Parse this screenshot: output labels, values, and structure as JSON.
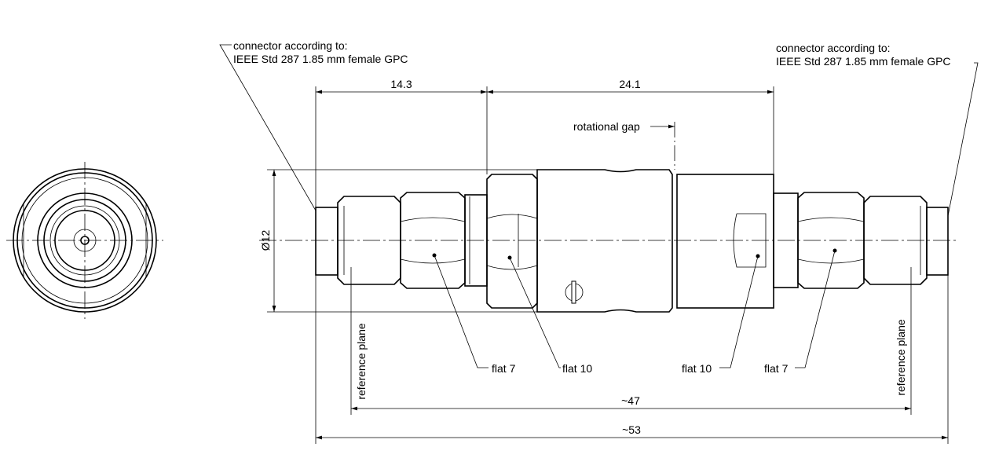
{
  "annotations": {
    "connector_left": [
      "connector according to:",
      "IEEE Std 287 1.85 mm female GPC"
    ],
    "connector_right": [
      "connector according to:",
      "IEEE Std 287 1.85 mm female GPC"
    ],
    "rotational_gap": "rotational gap",
    "flat_7_left": "flat 7",
    "flat_10_left": "flat 10",
    "flat_10_right": "flat 10",
    "flat_7_right": "flat 7",
    "reference_plane_left": "reference plane",
    "reference_plane_right": "reference plane"
  },
  "dimensions": {
    "d1": "14.3",
    "d2": "24.1",
    "diameter": "Ø12",
    "overall_ref": "~47",
    "overall": "~53"
  }
}
